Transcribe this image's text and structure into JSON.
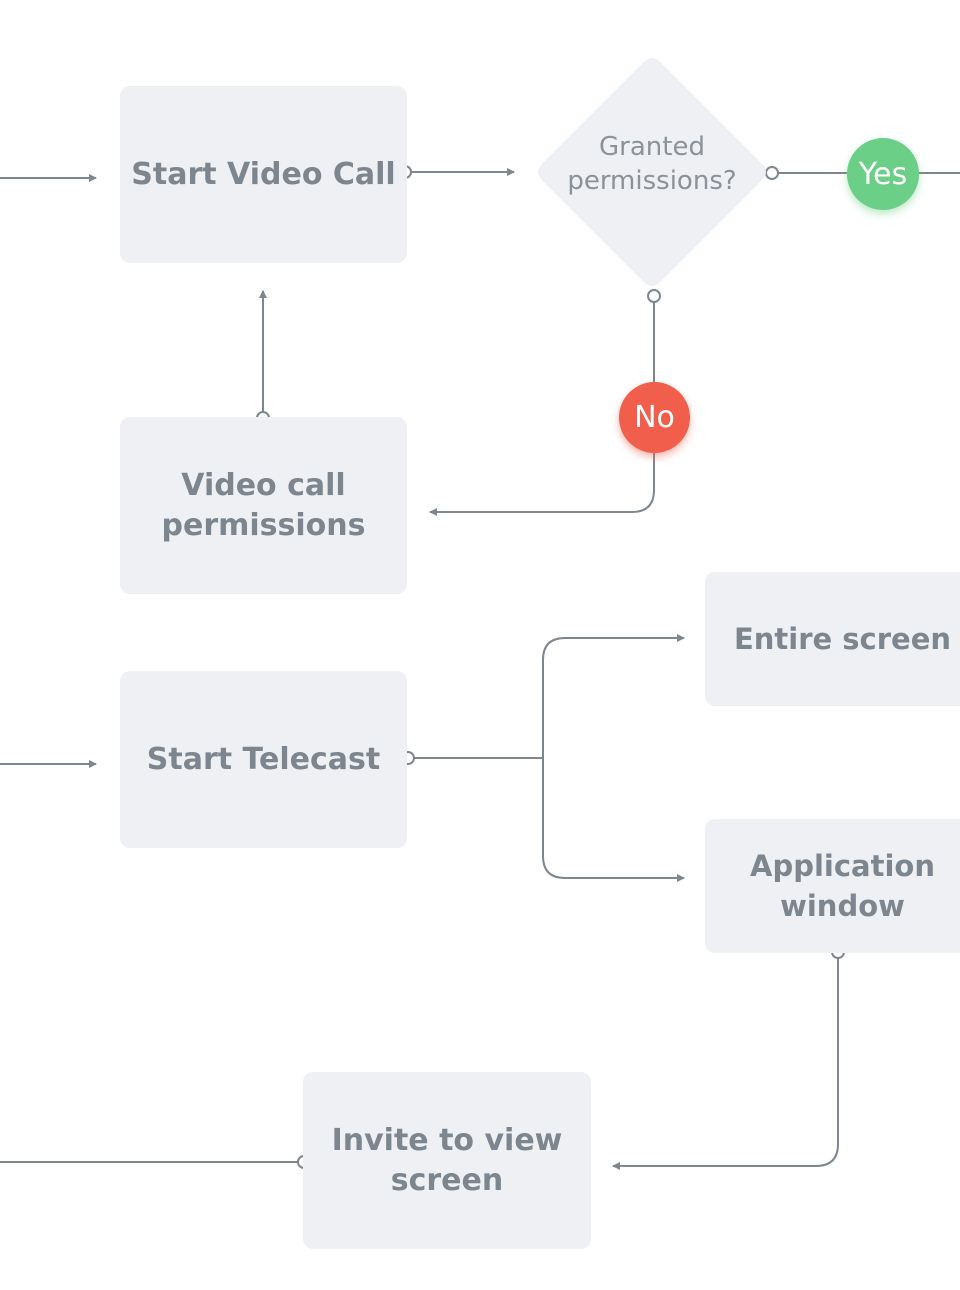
{
  "nodes": {
    "start_video_call": "Start Video Call",
    "granted_permissions": "Granted\npermissions?",
    "video_call_permissions": "Video call\npermissions",
    "start_telecast": "Start Telecast",
    "entire_screen": "Entire screen",
    "application_window": "Application\nwindow",
    "invite_to_view_screen": "Invite to view\nscreen"
  },
  "badges": {
    "yes": "Yes",
    "no": "No"
  },
  "colors": {
    "box_fill": "#eef0f4",
    "text": "#7d858e",
    "line": "#7e868e",
    "yes": "#6ccf87",
    "no": "#f15e4c"
  }
}
